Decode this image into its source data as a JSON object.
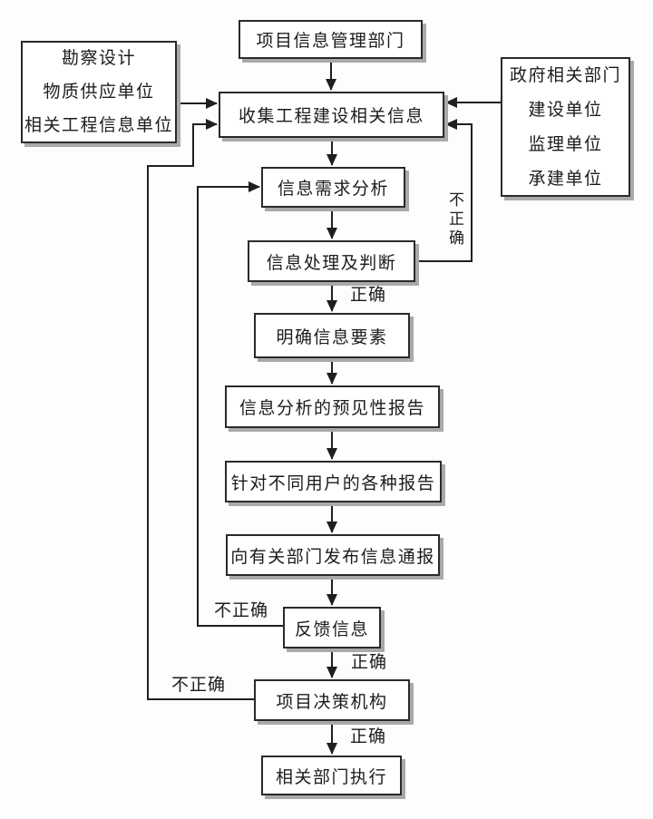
{
  "diagram": {
    "nodes": {
      "top_dept": {
        "text": "项目信息管理部门"
      },
      "left_sources": {
        "lines": [
          "勘察设计",
          "物质供应单位",
          "相关工程信息单位"
        ]
      },
      "right_sources": {
        "lines": [
          "政府相关部门",
          "建设单位",
          "监理单位",
          "承建单位"
        ]
      },
      "collect": {
        "text": "收集工程建设相关信息"
      },
      "demand_analysis": {
        "text": "信息需求分析"
      },
      "processing": {
        "text": "信息处理及判断"
      },
      "elements": {
        "text": "明确信息要素"
      },
      "forecast_report": {
        "text": "信息分析的预见性报告"
      },
      "user_reports": {
        "text": "针对不同用户的各种报告"
      },
      "publish": {
        "text": "向有关部门发布信息通报"
      },
      "feedback": {
        "text": "反馈信息"
      },
      "decision": {
        "text": "项目决策机构"
      },
      "execute": {
        "text": "相关部门执行"
      }
    },
    "edge_labels": {
      "correct": "正确",
      "incorrect": "不正确"
    },
    "colors": {
      "line": "#1f1f1f",
      "box_border": "#2a2a2a",
      "box_shadow": "#a9a9a9",
      "background": "#fdfdfd",
      "text": "#1c1c1c"
    }
  }
}
